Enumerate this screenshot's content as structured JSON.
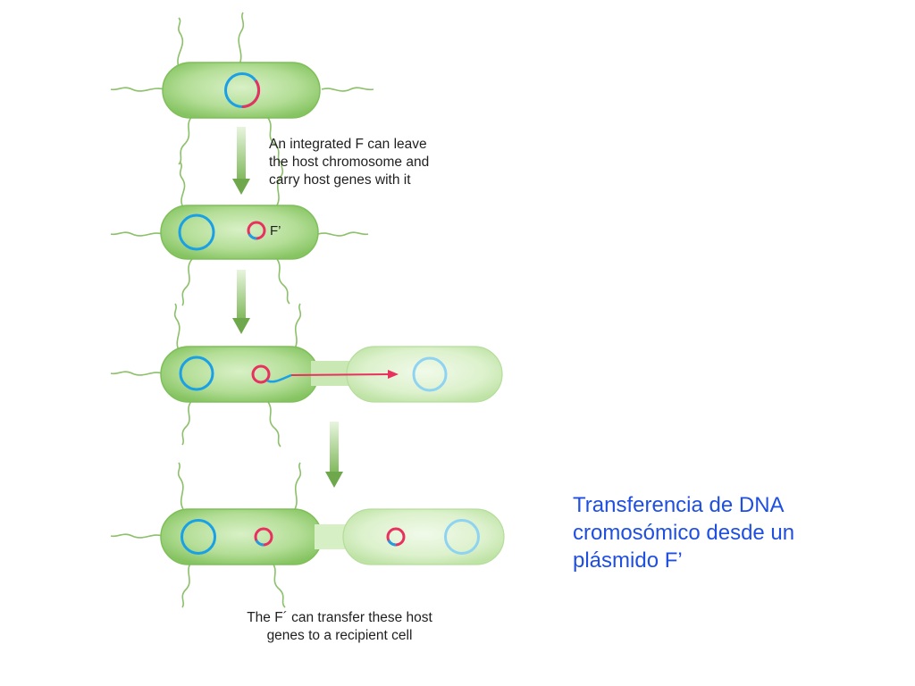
{
  "diagram": {
    "caption_top": [
      "An integrated F can leave",
      "the host chromosome and",
      "carry host genes with it"
    ],
    "f_prime_label": "F’",
    "caption_bottom": [
      "The F´ can transfer these host",
      "genes to a recipient cell"
    ],
    "title": [
      "Transferencia de DNA",
      "cromosómico desde un",
      "plásmido F’"
    ]
  },
  "colors": {
    "cell_fill": "#a9d88a",
    "cell_edge": "#7fbf5a",
    "recipient_fill": "#d6efc4",
    "chromosome": "#1aa0e6",
    "plasmid": "#e8315e",
    "arrow": "#8cc06a",
    "title_text": "#1f4fe0"
  }
}
